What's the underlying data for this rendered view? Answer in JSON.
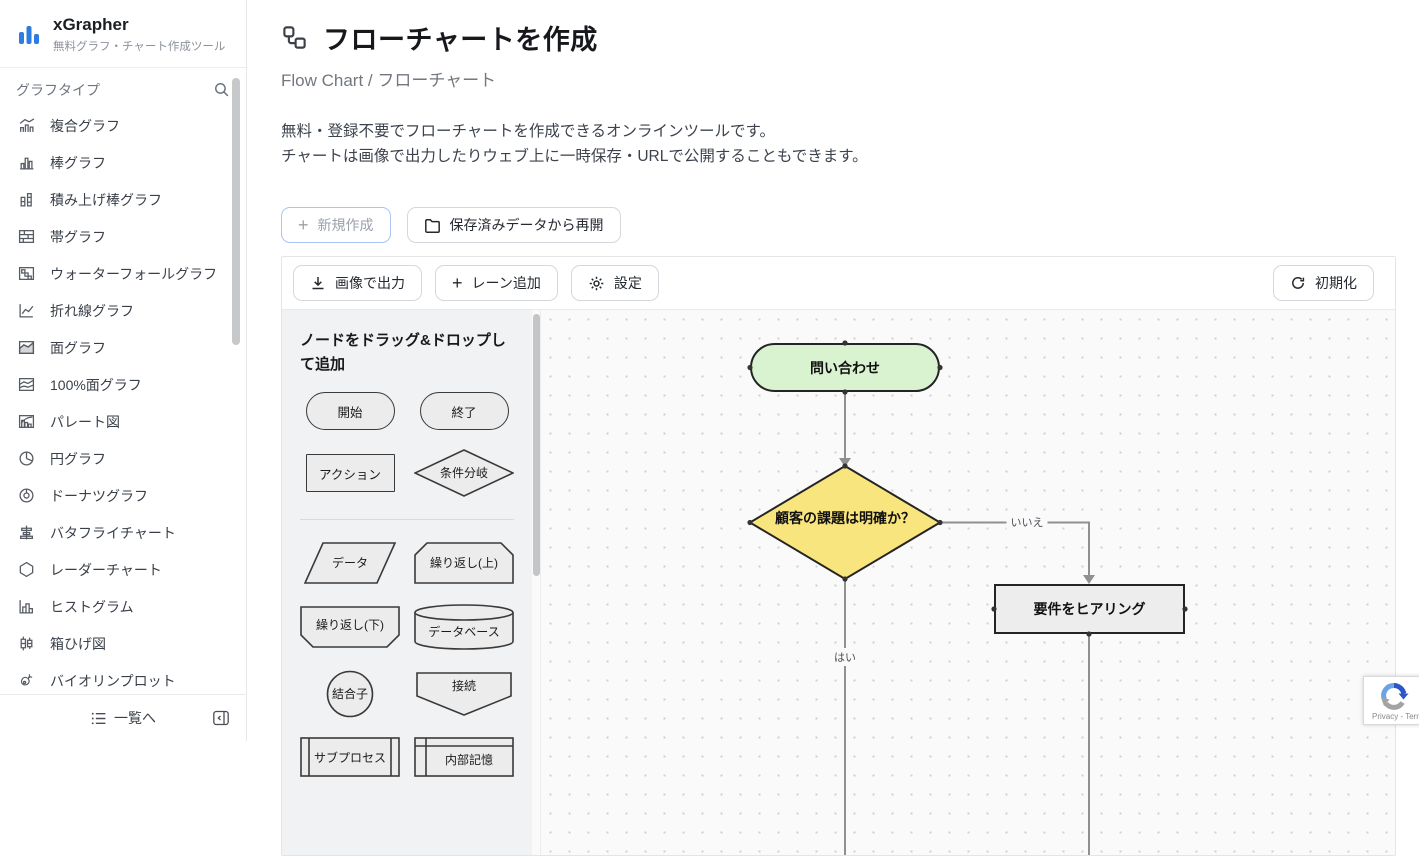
{
  "sidebar": {
    "logo": {
      "title": "xGrapher",
      "subtitle": "無料グラフ・チャート作成ツール"
    },
    "search_placeholder": "グラフタイプ",
    "items": [
      {
        "label": "複合グラフ",
        "icon": "combo-chart-icon"
      },
      {
        "label": "棒グラフ",
        "icon": "bar-chart-icon"
      },
      {
        "label": "積み上げ棒グラフ",
        "icon": "stacked-bar-chart-icon"
      },
      {
        "label": "帯グラフ",
        "icon": "band-chart-icon"
      },
      {
        "label": "ウォーターフォールグラフ",
        "icon": "waterfall-chart-icon"
      },
      {
        "label": "折れ線グラフ",
        "icon": "line-chart-icon"
      },
      {
        "label": "面グラフ",
        "icon": "area-chart-icon"
      },
      {
        "label": "100%面グラフ",
        "icon": "area-100-chart-icon"
      },
      {
        "label": "パレート図",
        "icon": "pareto-chart-icon"
      },
      {
        "label": "円グラフ",
        "icon": "pie-chart-icon"
      },
      {
        "label": "ドーナツグラフ",
        "icon": "donut-chart-icon"
      },
      {
        "label": "バタフライチャート",
        "icon": "butterfly-chart-icon"
      },
      {
        "label": "レーダーチャート",
        "icon": "radar-chart-icon"
      },
      {
        "label": "ヒストグラム",
        "icon": "histogram-icon"
      },
      {
        "label": "箱ひげ図",
        "icon": "box-plot-icon"
      },
      {
        "label": "バイオリンプロット",
        "icon": "violin-plot-icon"
      }
    ],
    "footer": {
      "list_label": "一覧へ"
    }
  },
  "header": {
    "title": "フローチャートを作成",
    "breadcrumb": "Flow Chart / フローチャート",
    "description_line1": "無料・登録不要でフローチャートを作成できるオンラインツールです。",
    "description_line2": "チャートは画像で出力したりウェブ上に一時保存・URLで公開することもできます。"
  },
  "actions": {
    "new_label": "新規作成",
    "resume_label": "保存済みデータから再開"
  },
  "toolbar": {
    "export_label": "画像で出力",
    "add_lane_label": "レーン追加",
    "settings_label": "設定",
    "reset_label": "初期化"
  },
  "palette": {
    "heading": "ノードをドラッグ&ドロップして追加",
    "nodes": [
      {
        "label": "開始",
        "shape": "terminal"
      },
      {
        "label": "終了",
        "shape": "terminal"
      },
      {
        "label": "アクション",
        "shape": "process"
      },
      {
        "label": "条件分岐",
        "shape": "decision"
      },
      {
        "label": "データ",
        "shape": "data"
      },
      {
        "label": "繰り返し(上)",
        "shape": "loop-start"
      },
      {
        "label": "繰り返し(下)",
        "shape": "loop-end"
      },
      {
        "label": "データベース",
        "shape": "database"
      },
      {
        "label": "結合子",
        "shape": "connector"
      },
      {
        "label": "接続",
        "shape": "off-page"
      },
      {
        "label": "サブプロセス",
        "shape": "subprocess"
      },
      {
        "label": "内部記憶",
        "shape": "internal-storage"
      }
    ]
  },
  "canvas": {
    "nodes": [
      {
        "label": "問い合わせ",
        "type": "terminal",
        "fill": "#d9f3d1"
      },
      {
        "label": "顧客の課題は明確か？",
        "type": "decision",
        "fill": "#f9e57d"
      },
      {
        "label": "要件をヒアリング",
        "type": "process",
        "fill": "#ededed"
      }
    ],
    "edge_labels": {
      "no": "いいえ",
      "yes": "はい"
    }
  },
  "recaptcha": {
    "privacy_terms": "Privacy - Terms"
  },
  "colors": {
    "accent": "#2f7ce0",
    "node_green": "#d9f3d1",
    "node_yellow": "#f9e57d",
    "node_gray": "#ededed",
    "edge": "#909090"
  }
}
